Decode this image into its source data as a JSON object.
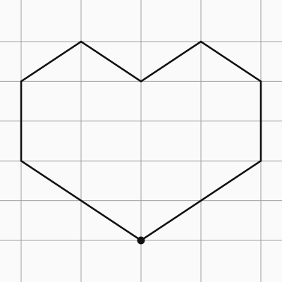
{
  "colors": {
    "background": "#fafafa",
    "grid": "#a0a0a0",
    "outline": "#111111",
    "vertex": "#111111"
  },
  "grid": {
    "shown": true,
    "x_lines": [
      0,
      1,
      2,
      3,
      4
    ],
    "y_lines": [
      0,
      1,
      2,
      3,
      4,
      5
    ]
  },
  "shape": {
    "type": "polygon",
    "closed": true,
    "points": [
      [
        0,
        1
      ],
      [
        1,
        0
      ],
      [
        2,
        1
      ],
      [
        3,
        0
      ],
      [
        4,
        1
      ],
      [
        4,
        3
      ],
      [
        2,
        5
      ],
      [
        0,
        3
      ]
    ],
    "marked_vertex": [
      2,
      5
    ]
  }
}
